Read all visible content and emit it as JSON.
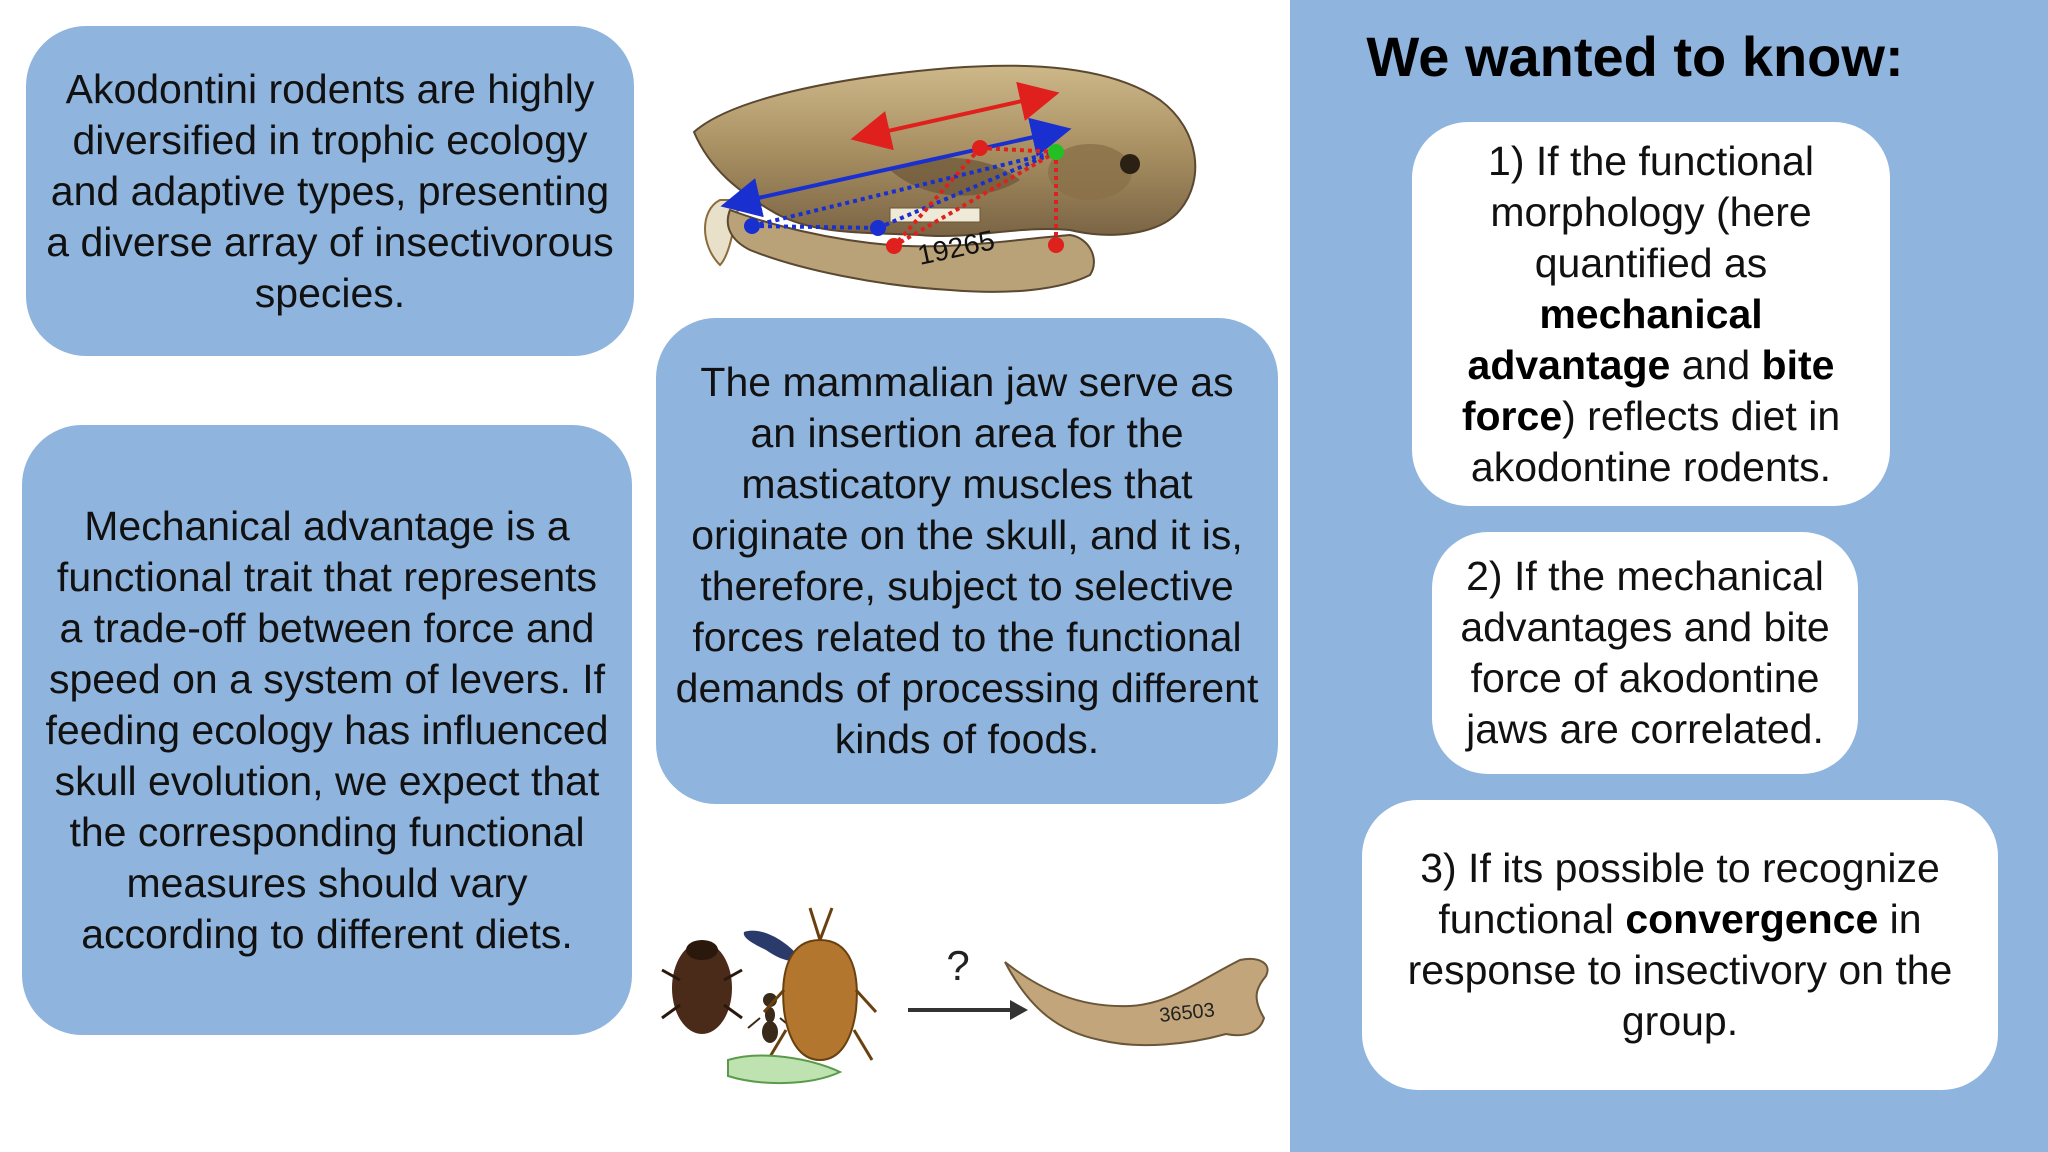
{
  "left_boxes": {
    "box1": "Akodontini rodents are highly diversified in trophic ecology and adaptive types, presenting a diverse array of insectivorous species.",
    "box2": "Mechanical advantage is a functional trait that represents a trade-off between force and speed on a system of levers. If feeding ecology has influenced skull evolution, we expect that the corresponding functional measures should vary according to different diets."
  },
  "center_box": "The mammalian jaw serve as an insertion area for the masticatory muscles that originate on the skull, and it is, therefore, subject to selective forces related to the functional demands of processing different kinds of foods.",
  "skull_label": "19265",
  "mandible_label": "36503",
  "question_mark": "?",
  "right_panel": {
    "title": "We wanted to know:",
    "q1": {
      "pre": "1) If the functional morphology (here quantified as ",
      "bold1": "mechanical advantage",
      "mid": " and ",
      "bold2": "bite force",
      "post": ") reflects diet in akodontine rodents."
    },
    "q2": "2) If the mechanical advantages and bite force of akodontine jaws are correlated.",
    "q3": {
      "pre": "3) If its possible to recognize functional ",
      "bold": "convergence",
      "post": " in response to insectivory on the group."
    }
  },
  "colors": {
    "bubble": "#8fb4de",
    "panel": "#8fb4de",
    "red_lever": "#e0201c",
    "blue_lever": "#1a2fd0",
    "green_point": "#22c022"
  }
}
